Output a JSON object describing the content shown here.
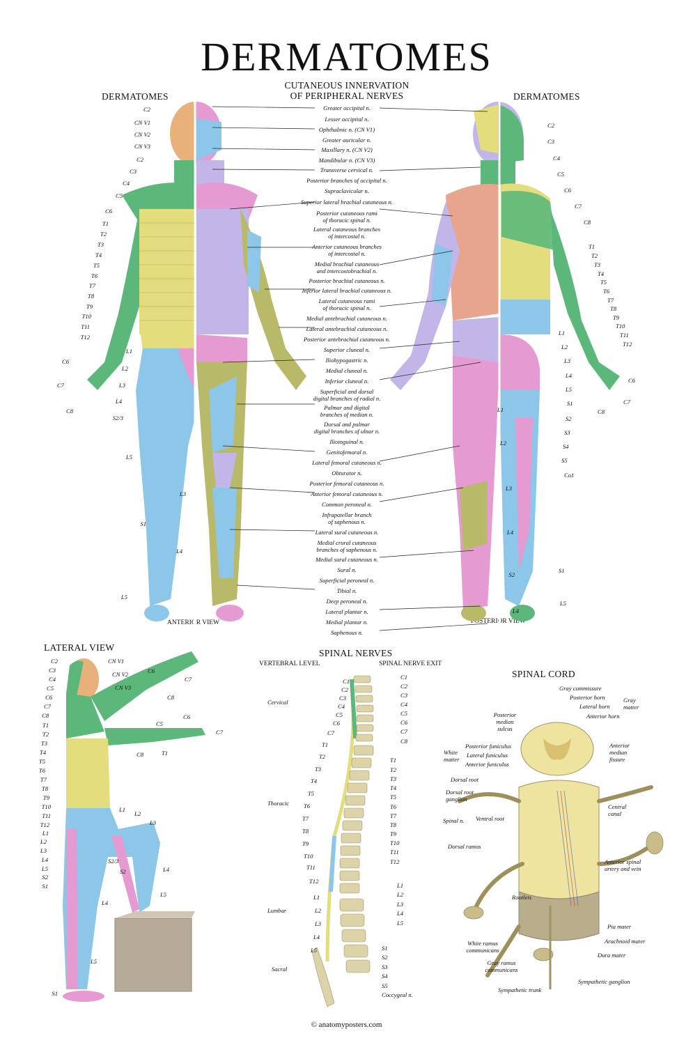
{
  "title": "DERMATOMES",
  "headers": {
    "left": "DERMATOMES",
    "center_line1": "CUTANEOUS INNERVATION",
    "center_line2": "OF PERIPHERAL NERVES",
    "right": "DERMATOMES",
    "lateral": "LATERAL VIEW",
    "spinal_nerves": "SPINAL NERVES",
    "vertebral_level": "VERTEBRAL LEVEL",
    "spinal_nerve_exit": "SPINAL NERVE EXIT",
    "spinal_cord": "SPINAL CORD"
  },
  "views": {
    "anterior": "ANTERIOR VIEW",
    "posterior": "POSTERIOR VIEW"
  },
  "anterior_left_labels": [
    "C2",
    "CN V1",
    "CN V2",
    "CN V3",
    "C2",
    "C3",
    "C4",
    "C5",
    "C6",
    "T1",
    "T2",
    "T3",
    "T4",
    "T5",
    "T6",
    "T7",
    "T8",
    "T9",
    "T10",
    "T11",
    "T12",
    "L1",
    "C6",
    "L2",
    "C7",
    "L3",
    "C8",
    "L4",
    "S2/3",
    "L5",
    "L3",
    "S1",
    "L4",
    "L5"
  ],
  "peripheral_nerves": [
    "Greater occipital n.",
    "Lesser occipital n.",
    "Ophthalmic n. (CN V1)",
    "Greater auricular n.",
    "Maxillary n. (CN V2)",
    "Mandibular n. (CN V3)",
    "Transverse cervical n.",
    "Posterior branches of occipital n.",
    "Supraclavicular n.",
    "Superior lateral brachial cutaneous n.",
    "Posterior cutaneous rami",
    "of thoracic spinal n.",
    "Lateral cutaneous branches",
    "of intercostal n.",
    "Anterior cutaneous branches",
    "of intercostal n.",
    "Medial brachial cutaneous",
    "and intercostobrachial n.",
    "Posterior brachial cutaneous n.",
    "Inferior lateral brachial cutaneous n.",
    "Lateral cutaneous rami",
    "of thoracic spinal n.",
    "Medial antebrachial cutaneous n.",
    "Lateral antebrachial cutaneous n.",
    "Posterior antebrachial cutaneous n.",
    "Superior cluneal n.",
    "Iliohypogastric n.",
    "Medial cluneal n.",
    "Inferior cluneal n.",
    "Superficial and dorsal",
    "digital branches of radial n.",
    "Palmar and digital",
    "branches of median n.",
    "Dorsal and palmar",
    "digital branches of ulnar n.",
    "Ilioinguinal n.",
    "Genitofemoral n.",
    "Lateral femoral cutaneous n.",
    "Obturator n.",
    "Posterior femoral cutaneous n.",
    "Anterior femoral cutaneous n.",
    "Common peroneal n.",
    "Infrapatellar branch",
    "of saphenous n.",
    "Lateral sural cutaneous n.",
    "Medial crural cutaneous",
    "branches of saphenous n.",
    "Medial sural cutaneous n.",
    "Sural n.",
    "Superficial peroneal n.",
    "Tibial n.",
    "Deep peroneal n.",
    "Lateral plantar n.",
    "Medial plantar n.",
    "Saphenous n."
  ],
  "posterior_right_labels": [
    "C2",
    "C3",
    "C4",
    "C5",
    "C6",
    "C7",
    "C8",
    "T1",
    "T2",
    "T3",
    "T4",
    "T5",
    "T6",
    "T7",
    "T8",
    "T9",
    "T10",
    "T11",
    "T12",
    "L1",
    "L2",
    "L3",
    "L4",
    "L5",
    "S1",
    "S2",
    "S3",
    "S4",
    "S5",
    "Co1",
    "C6",
    "C7",
    "C8",
    "L1",
    "L2",
    "L3",
    "L4",
    "S2",
    "S1",
    "L4",
    "L5"
  ],
  "lateral_labels": [
    "C2",
    "C3",
    "C4",
    "C5",
    "C6",
    "C7",
    "C8",
    "T1",
    "T2",
    "T3",
    "T4",
    "T5",
    "T6",
    "T7",
    "T8",
    "T9",
    "T10",
    "T11",
    "T12",
    "L1",
    "L2",
    "L3",
    "L4",
    "L5",
    "S2",
    "S1",
    "CN V1",
    "CN V2",
    "CN V3",
    "C6",
    "C7",
    "C8",
    "C5",
    "C6",
    "C7",
    "C8",
    "T1",
    "L1",
    "L2",
    "L3",
    "S2/3",
    "S2",
    "L4",
    "L5",
    "L4",
    "L5",
    "S1"
  ],
  "vertebral_regions": [
    "Cervical",
    "Thoracic",
    "Lumbar",
    "Sacral"
  ],
  "vertebral_levels": [
    "C1",
    "C2",
    "C3",
    "C4",
    "C5",
    "C6",
    "C7",
    "T1",
    "T2",
    "T3",
    "T4",
    "T5",
    "T6",
    "T7",
    "T8",
    "T9",
    "T10",
    "T11",
    "T12",
    "L1",
    "L2",
    "L3",
    "L4",
    "L5"
  ],
  "nerve_exits": [
    "C1",
    "C2",
    "C3",
    "C4",
    "C5",
    "C6",
    "C7",
    "C8",
    "T1",
    "T2",
    "T3",
    "T4",
    "T5",
    "T6",
    "T7",
    "T8",
    "T9",
    "T10",
    "T11",
    "T12",
    "L1",
    "L2",
    "L3",
    "L4",
    "L5",
    "S1",
    "S2",
    "S3",
    "S4",
    "S5",
    "Coccygeal n."
  ],
  "spinal_cord_labels": [
    "Gray commissure",
    "Posterior horn",
    "Lateral horn",
    "Anterior horn",
    "Gray",
    "matter",
    "Posterior",
    "median",
    "sulcus",
    "Posterior funiculus",
    "Lateral funiculus",
    "Anterior funiculus",
    "White",
    "matter",
    "Anterior",
    "median",
    "fissure",
    "Dorsal root",
    "Dorsal root",
    "ganglion",
    "Central",
    "canal",
    "Spinal n.",
    "Ventral root",
    "Dorsal ramus",
    "Anterior spinal",
    "artery and vein",
    "Rootlets",
    "Pia mater",
    "Arachnoid mater",
    "Dura mater",
    "White ramus",
    "communicans",
    "Gray ramus",
    "communicans",
    "Sympathetic ganglion",
    "Sympathetic trunk"
  ],
  "copyright": "© anatomyposters.com",
  "colors": {
    "green": "#5cb87a",
    "yellow": "#e3dd7d",
    "blue": "#8cc6e8",
    "pink": "#e59ad2",
    "violet": "#c2b5e8",
    "olive": "#b9b96a",
    "salmon": "#e8a58e",
    "orange": "#e8b07a",
    "cord": "#efe3a0",
    "bone": "#ddd3a8"
  }
}
